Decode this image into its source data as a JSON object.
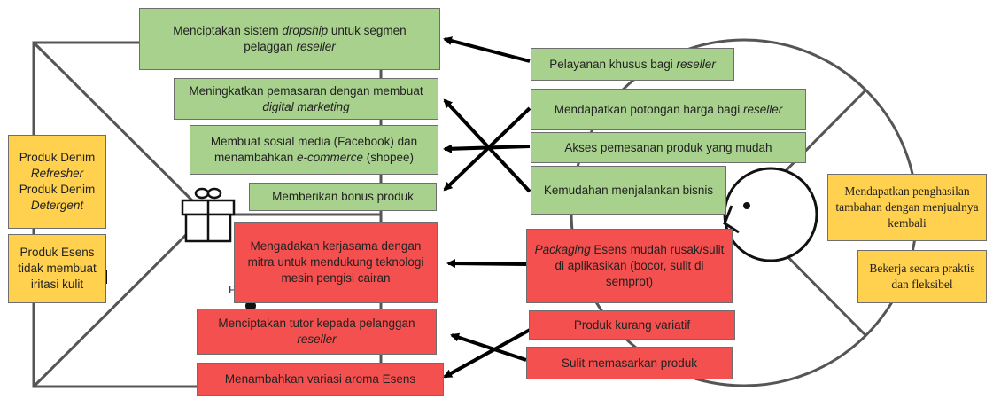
{
  "colors": {
    "green": "#a9d18e",
    "red": "#f4504f",
    "yellow": "#ffd14f",
    "outline": "#555555",
    "arrow": "#000000"
  },
  "icons": [
    "gift-icon",
    "smiley-face-icon"
  ],
  "pain_relievers": [
    "Mengadakan kerjasama dengan mitra untuk mendukung teknologi mesin pengisi cairan",
    "Menciptakan tutor kepada pelanggan reseller",
    "Menambahkan variasi aroma Esens"
  ],
  "gain_creators": [
    "Menciptakan sistem dropship untuk segmen pelaggan reseller",
    "Meningkatkan pemasaran dengan membuat digital marketing",
    "Membuat sosial media (Facebook) dan menambahkan e-commerce (shopee)",
    "Memberikan bonus produk"
  ],
  "products": [
    "Produk Denim Refresher Produk Denim Detergent",
    "Produk Esens tidak membuat iritasi kulit"
  ],
  "gains": [
    "Pelayanan khusus bagi reseller",
    "Mendapatkan potongan harga bagi reseller",
    "Akses pemesanan produk yang mudah",
    "Kemudahan menjalankan bisnis"
  ],
  "pains": [
    "Packaging Esens mudah rusak/sulit di aplikasikan (bocor, sulit di semprot)",
    "Produk kurang variatif",
    "Sulit memasarkan produk"
  ],
  "customer_jobs": [
    "Mendapatkan penghasilan tambahan dengan menjualnya kembali",
    "Bekerja secara praktis dan fleksibel"
  ],
  "partial_label": "P"
}
